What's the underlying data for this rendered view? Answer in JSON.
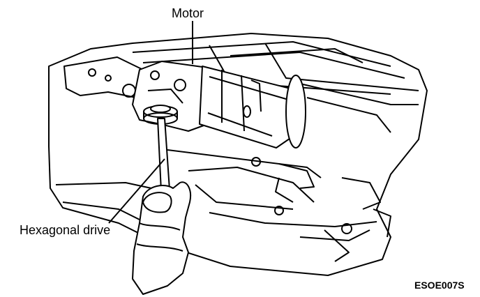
{
  "diagram": {
    "labels": {
      "motor": "Motor",
      "hexagonal_drive": "Hexagonal drive"
    },
    "figure_code": "ESOE007S"
  },
  "colors": {
    "ink": "#000000",
    "paper": "#ffffff"
  }
}
